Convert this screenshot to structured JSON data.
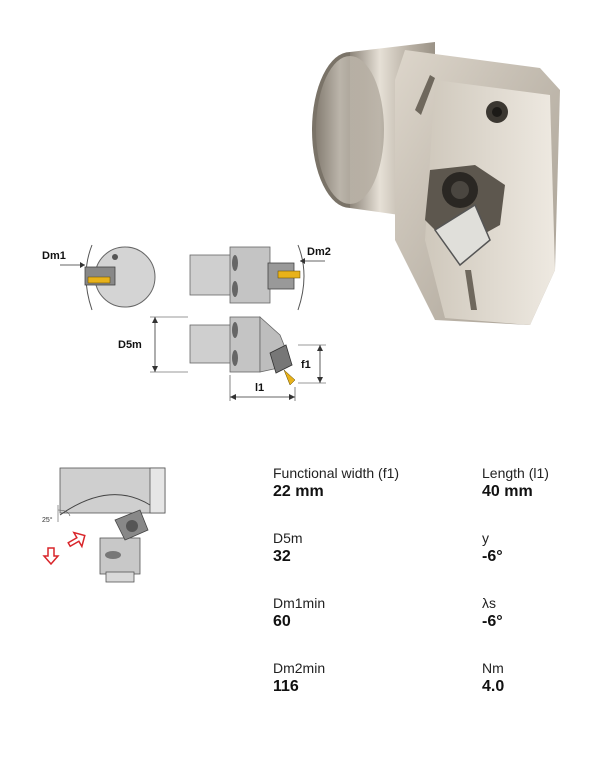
{
  "drawing_labels": {
    "dm1": "Dm1",
    "dm2": "Dm2",
    "d5m": "D5m",
    "f1": "f1",
    "l1": "l1"
  },
  "diagram_labels": {
    "angle": "25°"
  },
  "specs": [
    {
      "label": "Functional width (f1)",
      "value": "22 mm"
    },
    {
      "label": "Length (l1)",
      "value": "40 mm"
    },
    {
      "label": "D5m",
      "value": "32"
    },
    {
      "label": "y",
      "value": "-6°"
    },
    {
      "label": "Dm1min",
      "value": "60"
    },
    {
      "label": "λs",
      "value": "-6°"
    },
    {
      "label": "Dm2min",
      "value": "116"
    },
    {
      "label": "Nm",
      "value": "4.0"
    }
  ],
  "colors": {
    "insert_yellow": "#e8b21a",
    "arrow_red": "#d9252a",
    "metal": "#c9c2b6"
  }
}
